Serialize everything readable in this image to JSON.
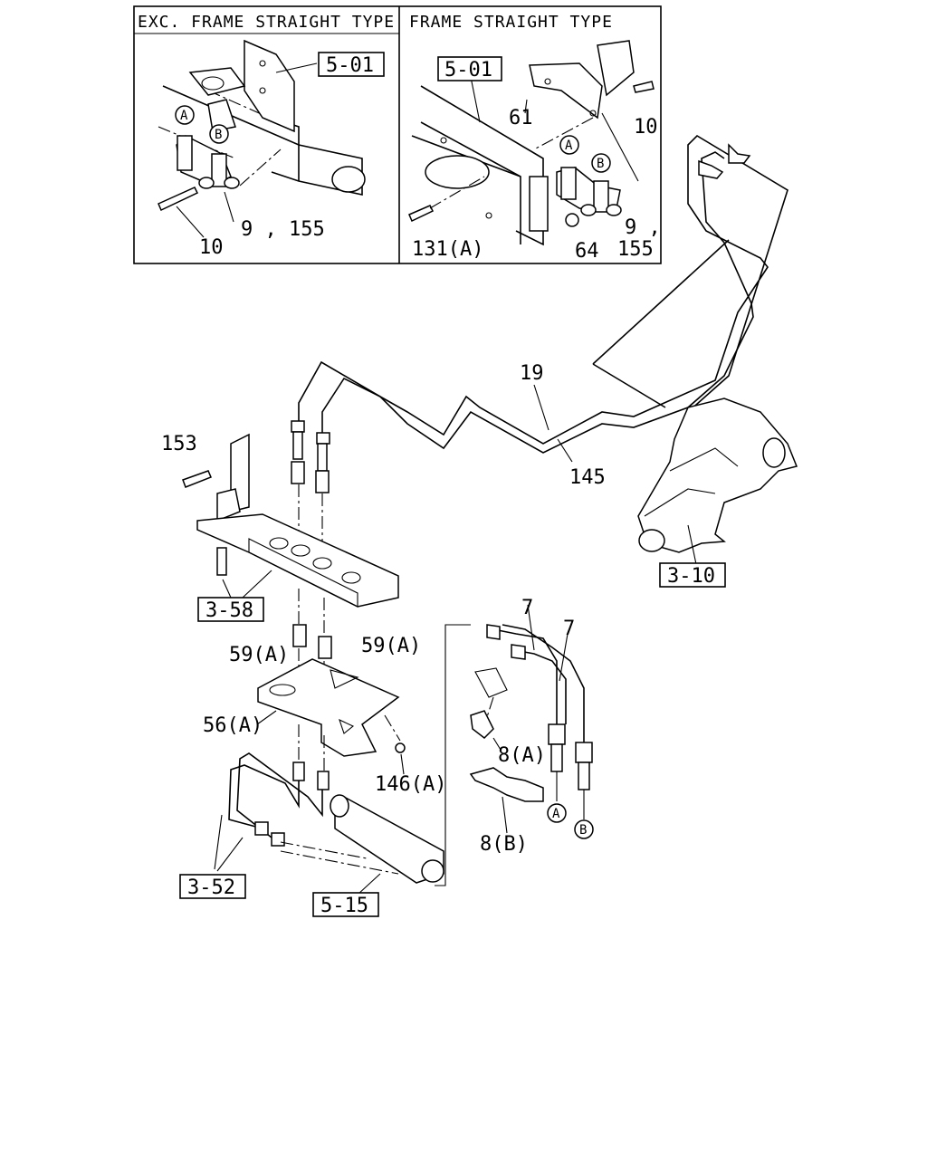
{
  "headers": {
    "left": "EXC. FRAME STRAIGHT TYPE",
    "right": "FRAME STRAIGHT TYPE"
  },
  "refs": {
    "r501a": "5-01",
    "r501b": "5-01",
    "r310": "3-10",
    "r358": "3-58",
    "r352": "3-52",
    "r515": "5-15"
  },
  "labels": {
    "l10a": "10",
    "l9155a": "9 , 155",
    "l61": "61",
    "l10b": "10",
    "l131": "131(A)",
    "l64": "64",
    "l9b": "9 ,",
    "l155b": "155",
    "l19": "19",
    "l145": "145",
    "l153": "153",
    "l59a1": "59(A)",
    "l59a2": "59(A)",
    "l56": "56(A)",
    "l146": "146(A)",
    "l7a": "7",
    "l7b": "7",
    "l8a": "8(A)",
    "l8b": "8(B)"
  },
  "circles": {
    "cA1": "A",
    "cB1": "B",
    "cA2": "A",
    "cB2": "B",
    "cA3": "A",
    "cB3": "B"
  }
}
